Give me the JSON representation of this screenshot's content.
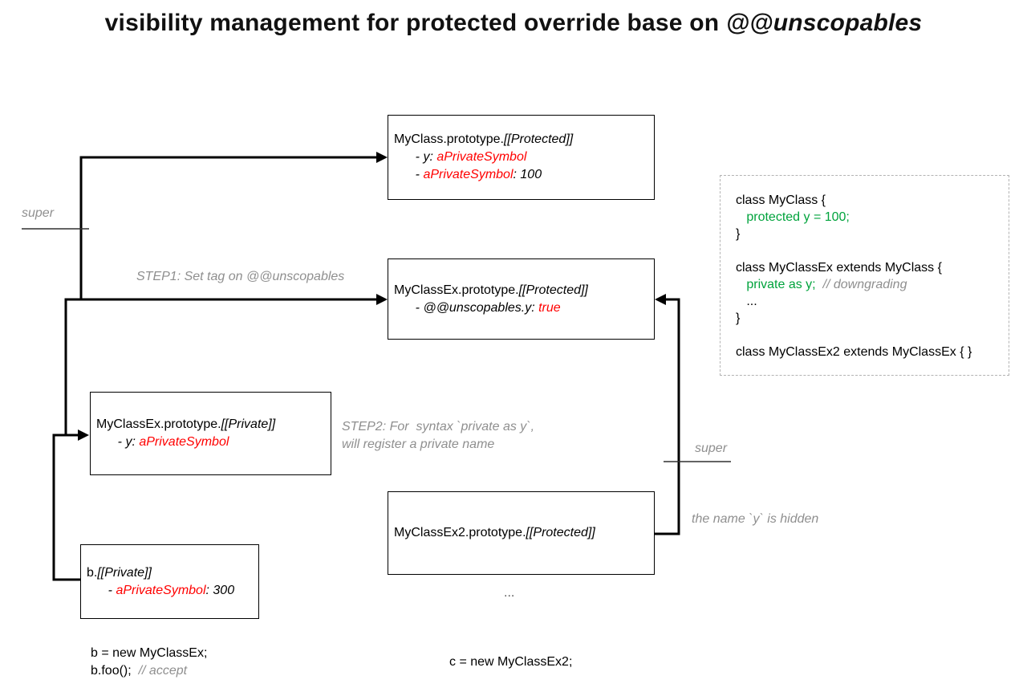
{
  "title": {
    "prefix": "visibility management for protected override base on ",
    "emphasis": "@@unscopables"
  },
  "colors": {
    "accent_red": "#ff0000",
    "accent_green": "#00a33c",
    "note_gray": "#8f8f8f",
    "line_black": "#000000",
    "dashed_border_gray": "#b3b3b3"
  },
  "boxes": {
    "myclass_protected": {
      "lines": [
        [
          {
            "t": "MyClass.prototype.",
            "s": "p"
          },
          {
            "t": "[[Protected]]",
            "s": "i"
          }
        ],
        [
          {
            "t": "      - y: ",
            "s": "i"
          },
          {
            "t": "aPrivateSymbol",
            "s": "ri"
          }
        ],
        [
          {
            "t": "      - ",
            "s": "i"
          },
          {
            "t": "aPrivateSymbol",
            "s": "ri"
          },
          {
            "t": ": 100",
            "s": "i"
          }
        ]
      ]
    },
    "myclassex_protected": {
      "lines": [
        [
          {
            "t": "MyClassEx.prototype.",
            "s": "p"
          },
          {
            "t": "[[Protected]]",
            "s": "i"
          }
        ],
        [
          {
            "t": "      - @@unscopables.y: ",
            "s": "i"
          },
          {
            "t": "true",
            "s": "ri"
          }
        ]
      ]
    },
    "myclassex_private": {
      "lines": [
        [
          {
            "t": "MyClassEx.prototype.",
            "s": "p"
          },
          {
            "t": "[[Private]]",
            "s": "i"
          }
        ],
        [
          {
            "t": "      - y: ",
            "s": "i"
          },
          {
            "t": "aPrivateSymbol",
            "s": "ri"
          }
        ]
      ]
    },
    "b_private": {
      "lines": [
        [
          {
            "t": "b.",
            "s": "p"
          },
          {
            "t": "[[Private]]",
            "s": "i"
          }
        ],
        [
          {
            "t": "      - ",
            "s": "i"
          },
          {
            "t": "aPrivateSymbol",
            "s": "ri"
          },
          {
            "t": ": 300",
            "s": "i"
          }
        ]
      ]
    },
    "myclassex2_protected": {
      "lines": [
        [
          {
            "t": "MyClassEx2.prototype.",
            "s": "p"
          },
          {
            "t": "[[Protected]]",
            "s": "i"
          }
        ]
      ]
    }
  },
  "code_snippet": {
    "lines": [
      [
        {
          "t": "class MyClass {",
          "s": "p"
        }
      ],
      [
        {
          "t": "   ",
          "s": "p"
        },
        {
          "t": "protected y = 100;",
          "s": "g"
        }
      ],
      [
        {
          "t": "}",
          "s": "p"
        }
      ],
      [],
      [
        {
          "t": "class MyClassEx extends MyClass {",
          "s": "p"
        }
      ],
      [
        {
          "t": "   ",
          "s": "p"
        },
        {
          "t": "private as y;",
          "s": "g"
        },
        {
          "t": "  ",
          "s": "p"
        },
        {
          "t": "// downgrading",
          "s": "gi"
        }
      ],
      [
        {
          "t": "   ...",
          "s": "p"
        }
      ],
      [
        {
          "t": "}",
          "s": "p"
        }
      ],
      [],
      [
        {
          "t": "class MyClassEx2 extends MyClassEx { }",
          "s": "p"
        }
      ]
    ]
  },
  "labels": {
    "super_left": "super",
    "step1": "STEP1: Set tag on @@unscopables",
    "step2": "STEP2: For  syntax `private as y`,\nwill register a private name",
    "super_right": "super",
    "hidden_note": "the name `y` is hidden",
    "ellipsis": "..."
  },
  "snippets": {
    "b": {
      "lines": [
        [
          {
            "t": "b = new MyClassEx;",
            "s": "p"
          }
        ],
        [
          {
            "t": "b.foo();  ",
            "s": "p"
          },
          {
            "t": "// accept",
            "s": "gi"
          }
        ]
      ]
    },
    "c": "c = new MyClassEx2;"
  }
}
